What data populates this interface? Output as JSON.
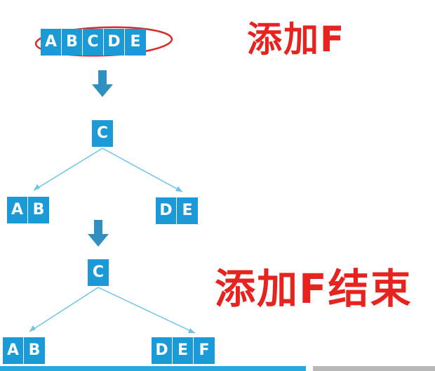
{
  "colors": {
    "node_fill": "#1a9ad7",
    "node_text": "#ffffff",
    "edge": "#6ec3e8",
    "caption": "#e6231f",
    "circle": "#d92a2a"
  },
  "top_node": {
    "cells": [
      "A",
      "B",
      "C",
      "D",
      "E"
    ]
  },
  "caption_top": "添加F",
  "tree1": {
    "root": [
      "C"
    ],
    "left": [
      "A",
      "B"
    ],
    "right": [
      "D",
      "E"
    ]
  },
  "tree2": {
    "root": [
      "C"
    ],
    "left": [
      "A",
      "B"
    ],
    "right": [
      "D",
      "E",
      "F"
    ]
  },
  "caption_bottom": "添加F结束",
  "icons": [
    "down-arrow-icon",
    "down-arrow-icon"
  ]
}
